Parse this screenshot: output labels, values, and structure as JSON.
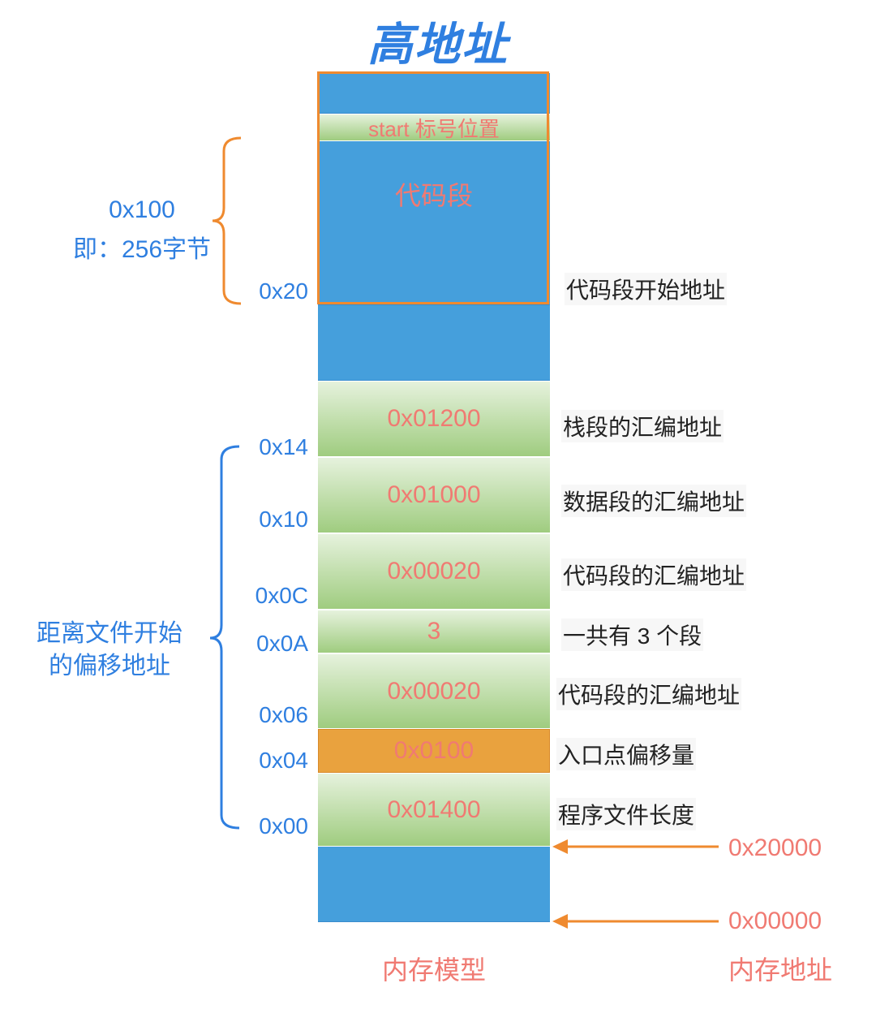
{
  "title": "高地址",
  "blocks": {
    "start_label": "start 标号位置",
    "code_segment": "代码段",
    "v0": "0x01200",
    "v1": "0x01000",
    "v2": "0x00020",
    "v3": "3",
    "v4": "0x00020",
    "v5": "0x0100",
    "v6": "0x01400"
  },
  "offsets": {
    "o20": "0x20",
    "o14": "0x14",
    "o10": "0x10",
    "o0c": "0x0C",
    "o0a": "0x0A",
    "o06": "0x06",
    "o04": "0x04",
    "o00": "0x00"
  },
  "descriptions": {
    "code_start": "代码段开始地址",
    "stack_addr": "栈段的汇编地址",
    "data_addr": "数据段的汇编地址",
    "code_addr1": "代码段的汇编地址",
    "seg_count": "一共有 3 个段",
    "code_addr2": "代码段的汇编地址",
    "entry_offset": "入口点偏移量",
    "prog_length": "程序文件长度"
  },
  "left_notes": {
    "size_line1": "0x100",
    "size_line2": "即：256字节",
    "offset_line1": "距离文件开始",
    "offset_line2": "的偏移地址"
  },
  "addresses": {
    "a1": "0x20000",
    "a2": "0x00000"
  },
  "captions": {
    "memory_model": "内存模型",
    "memory_address": "内存地址"
  },
  "colors": {
    "blue_segment": "#459fdc",
    "green_segment": "#9fcc7f",
    "orange_segment": "#e9a23e",
    "accent_blue": "#2f7fe0",
    "accent_orange": "#ef8a2f",
    "value_red": "#f07a72"
  }
}
